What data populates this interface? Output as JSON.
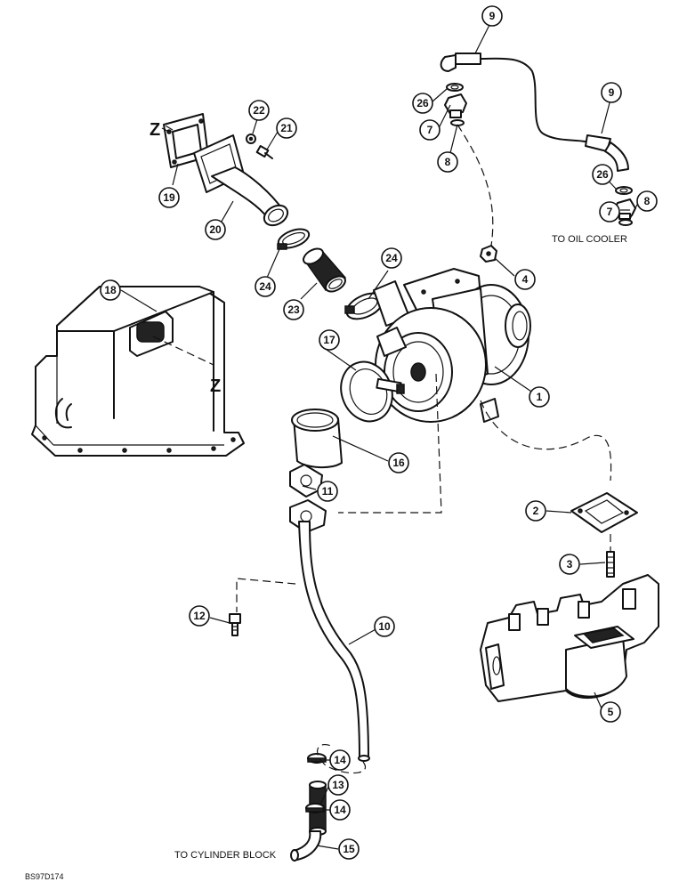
{
  "diagram": {
    "callouts": {
      "c1": "1",
      "c2": "2",
      "c3": "3",
      "c4": "4",
      "c5": "5",
      "c7a": "7",
      "c7b": "7",
      "c8a": "8",
      "c8b": "8",
      "c9a": "9",
      "c9b": "9",
      "c10": "10",
      "c11": "11",
      "c12": "12",
      "c13": "13",
      "c14a": "14",
      "c14b": "14",
      "c15": "15",
      "c16": "16",
      "c17": "17",
      "c18": "18",
      "c19": "19",
      "c20": "20",
      "c21": "21",
      "c22": "22",
      "c23": "23",
      "c24a": "24",
      "c24b": "24",
      "c26a": "26",
      "c26b": "26"
    },
    "notes": {
      "oil_cooler": "TO OIL COOLER",
      "cylinder_block": "TO CYLINDER BLOCK"
    },
    "z_marks": {
      "z1": "Z",
      "z2": "Z"
    },
    "figure_code": "BS97D174"
  }
}
